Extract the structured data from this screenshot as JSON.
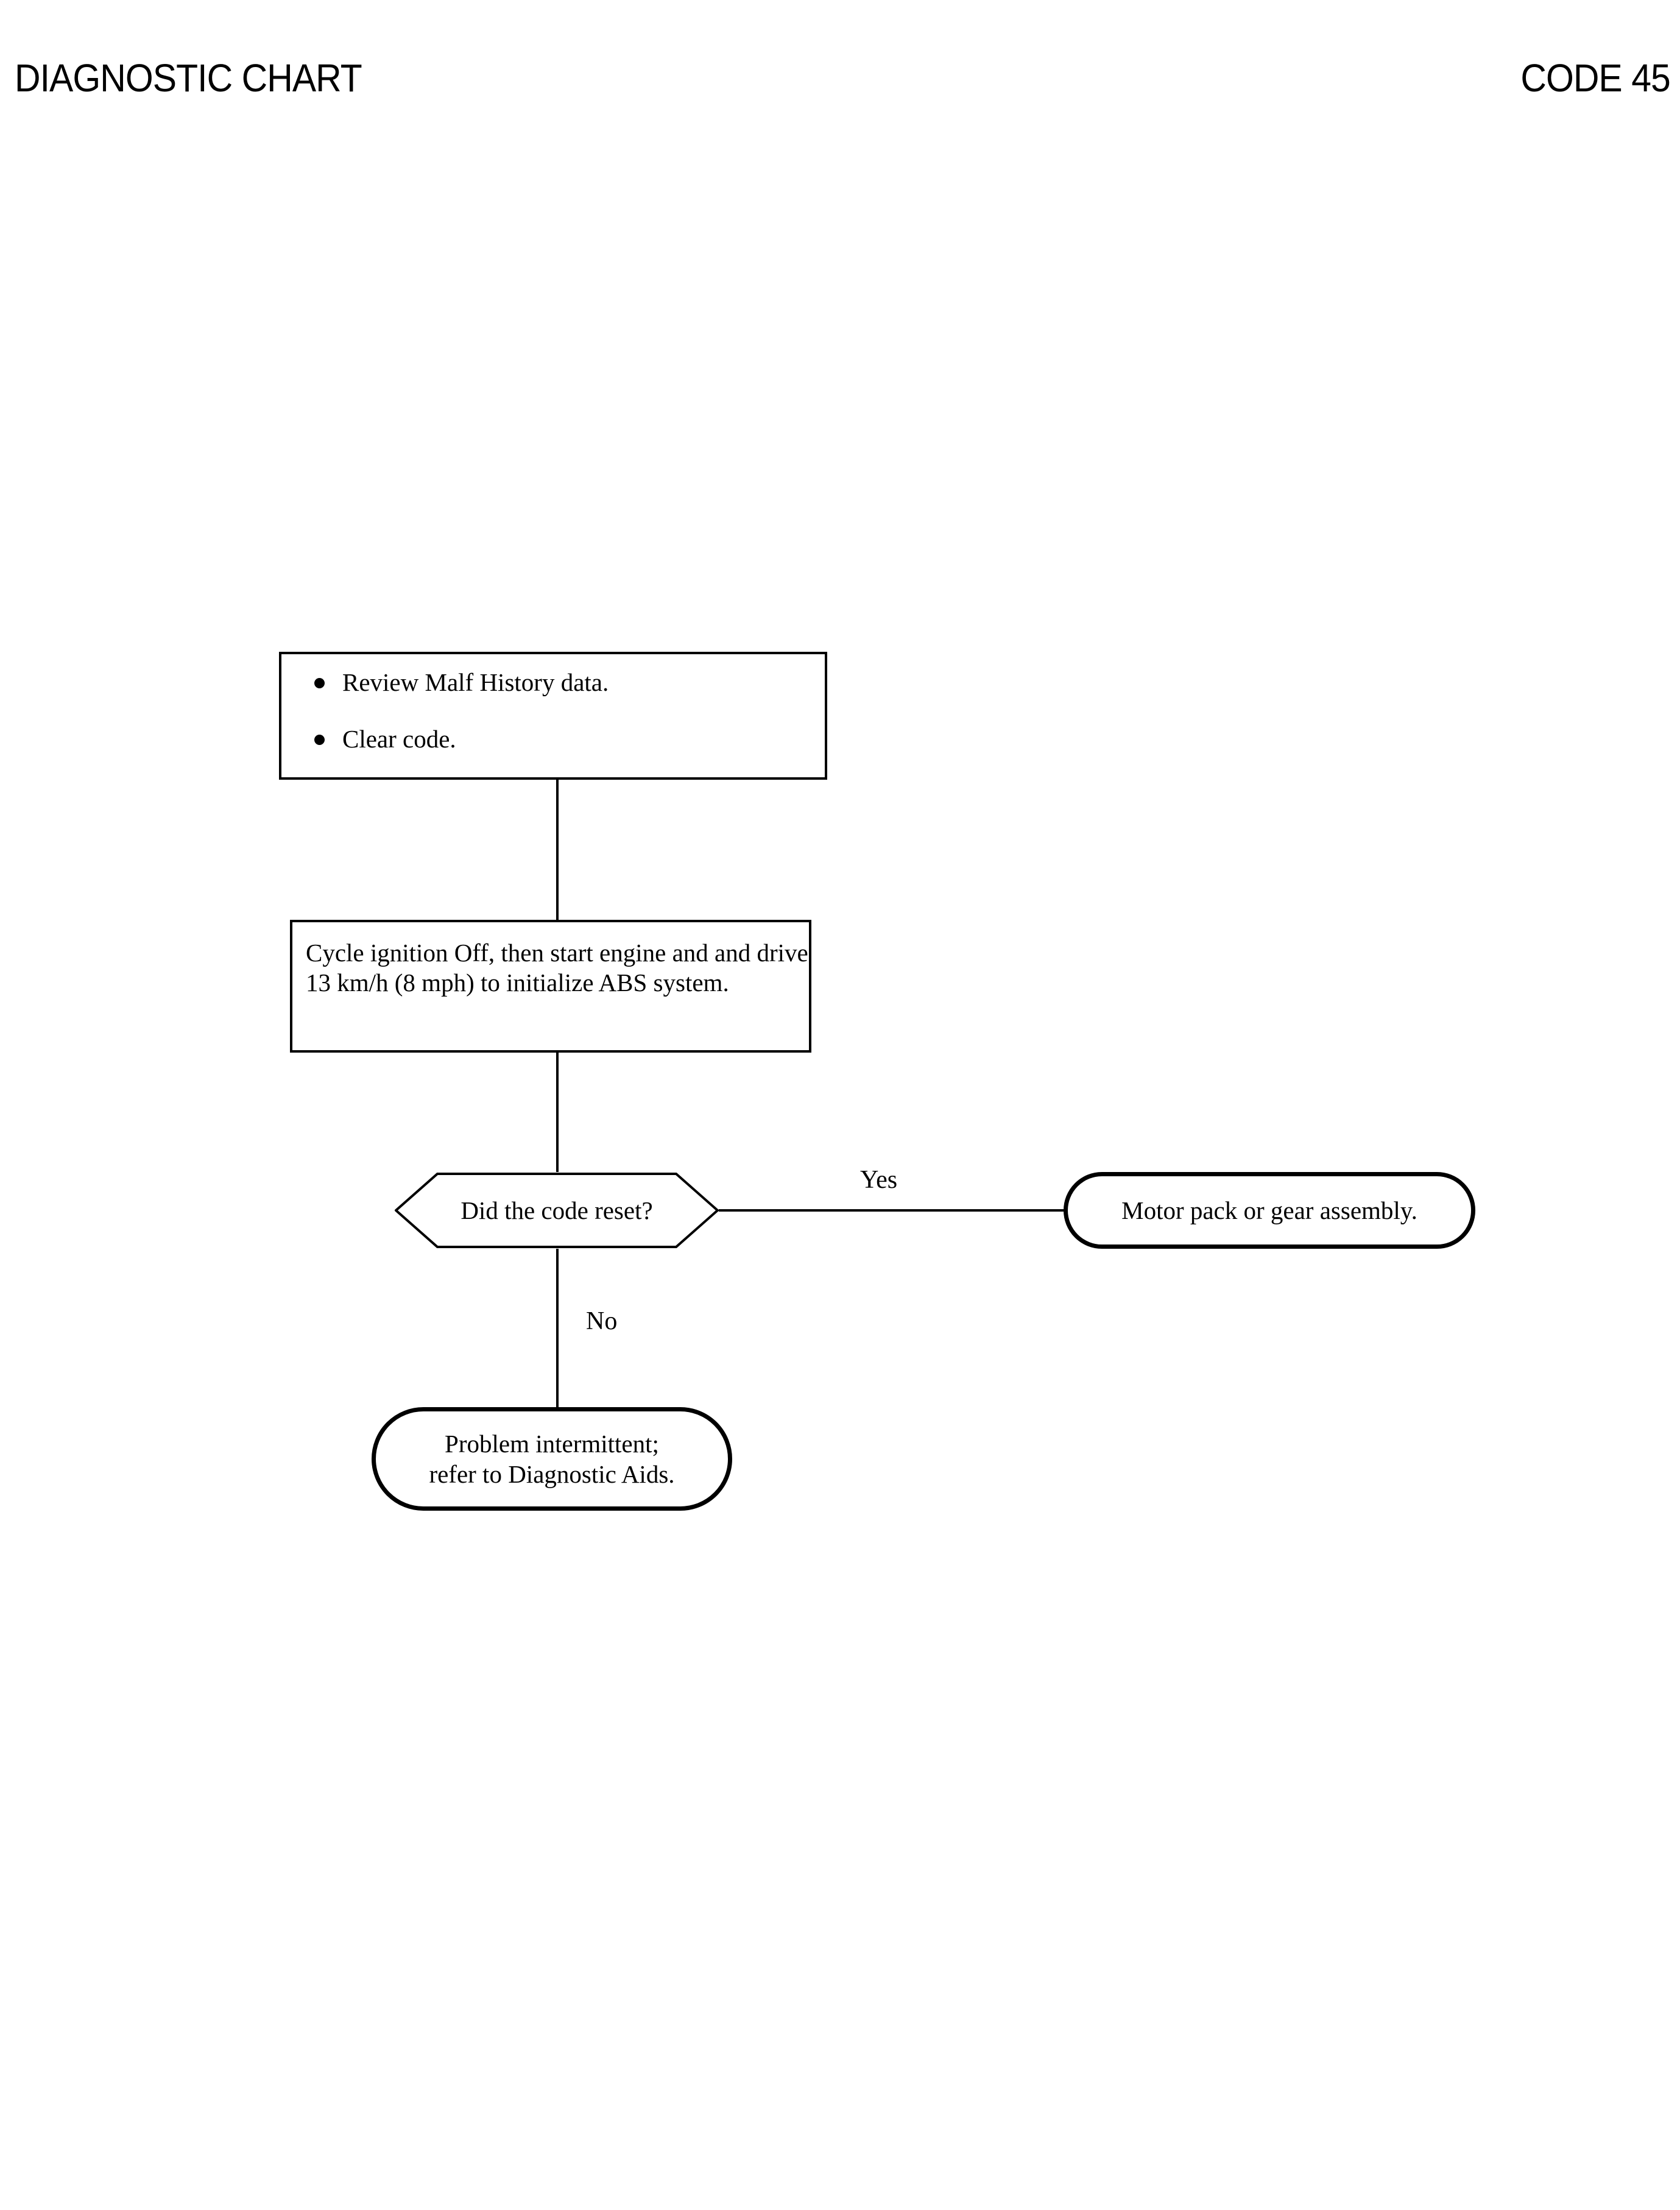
{
  "header": {
    "title": "DIAGNOSTIC CHART",
    "code": "CODE 45"
  },
  "diagram": {
    "type": "flowchart",
    "orientation": "top-to-bottom",
    "nodes": [
      {
        "id": "box-review",
        "shape": "rectangle",
        "items": [
          "Review Malf History data.",
          "Clear code."
        ]
      },
      {
        "id": "box-cycle",
        "shape": "rectangle",
        "text": "Cycle ignition Off, then start engine and and drive 13 km/h (8 mph) to initialize ABS system."
      },
      {
        "id": "decision-reset",
        "shape": "hexagon",
        "text": "Did the code reset?"
      },
      {
        "id": "terminal-motor",
        "shape": "rounded-terminal",
        "text": "Motor pack or gear assembly."
      },
      {
        "id": "terminal-intermittent",
        "shape": "rounded-terminal",
        "line1": "Problem intermittent;",
        "line2": "refer to Diagnostic Aids."
      }
    ],
    "branch_labels": {
      "yes": "Yes",
      "no": "No"
    },
    "colors": {
      "ink": "#000000",
      "paper": "#ffffff"
    }
  }
}
